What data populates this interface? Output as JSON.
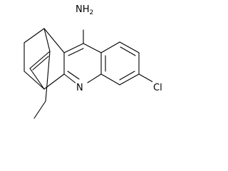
{
  "molecule": {
    "labels": {
      "amine": {
        "symbol": "NH",
        "subscript": "2"
      },
      "ring_nitrogen": "N",
      "chlorine": "Cl"
    },
    "colors": {
      "bond": "#000000",
      "label": "#000000",
      "background": "#ffffff"
    }
  }
}
